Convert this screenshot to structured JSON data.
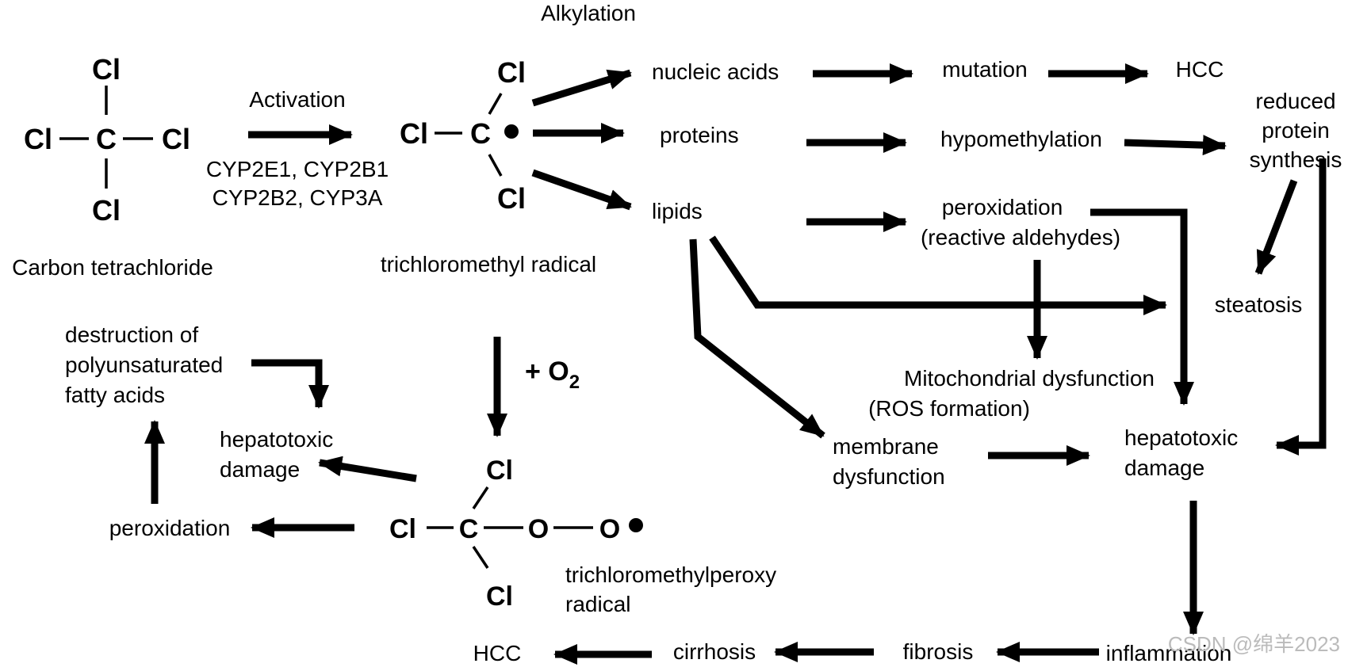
{
  "molecules": {
    "ccl4": {
      "atoms": [
        "Cl",
        "Cl",
        "C",
        "Cl",
        "Cl"
      ],
      "name": "Carbon tetrachloride"
    },
    "radical": {
      "atoms": [
        "Cl",
        "Cl",
        "C",
        "Cl"
      ],
      "name": "trichloromethyl radical"
    },
    "peroxy": {
      "atoms": [
        "Cl",
        "C",
        "O",
        "O",
        "Cl",
        "Cl"
      ],
      "name_line1": "trichloromethylperoxy",
      "name_line2": "radical"
    }
  },
  "labels": {
    "alkylation": "Alkylation",
    "activation": "Activation",
    "enzymes_line1": "CYP2E1, CYP2B1",
    "enzymes_line2": "CYP2B2, CYP3A",
    "oxygen_plus": "+ O",
    "oxygen_sub": "2",
    "nucleic_acids": "nucleic acids",
    "proteins": "proteins",
    "lipids": "lipids",
    "mutation": "mutation",
    "hcc_top": "HCC",
    "hypomethylation": "hypomethylation",
    "reduced_line1": "reduced",
    "reduced_line2": "protein",
    "reduced_line3": "synthesis",
    "peroxidation_r_line1": "peroxidation",
    "peroxidation_r_line2": "(reactive aldehydes)",
    "steatosis": "steatosis",
    "mito_line1": "Mitochondrial dysfunction",
    "mito_line2": "(ROS formation)",
    "membrane_line1": "membrane",
    "membrane_line2": "dysfunction",
    "hepatotoxic_r_line1": "hepatotoxic",
    "hepatotoxic_r_line2": "damage",
    "destruction_line1": "destruction of",
    "destruction_line2": "polyunsaturated",
    "destruction_line3": "fatty acids",
    "hepatotoxic_l_line1": "hepatotoxic",
    "hepatotoxic_l_line2": "damage",
    "peroxidation_l": "peroxidation",
    "hcc_bottom": "HCC",
    "cirrhosis": "cirrhosis",
    "fibrosis": "fibrosis",
    "inflammation": "inflammation"
  },
  "watermark": "CSDN @绵羊2023"
}
